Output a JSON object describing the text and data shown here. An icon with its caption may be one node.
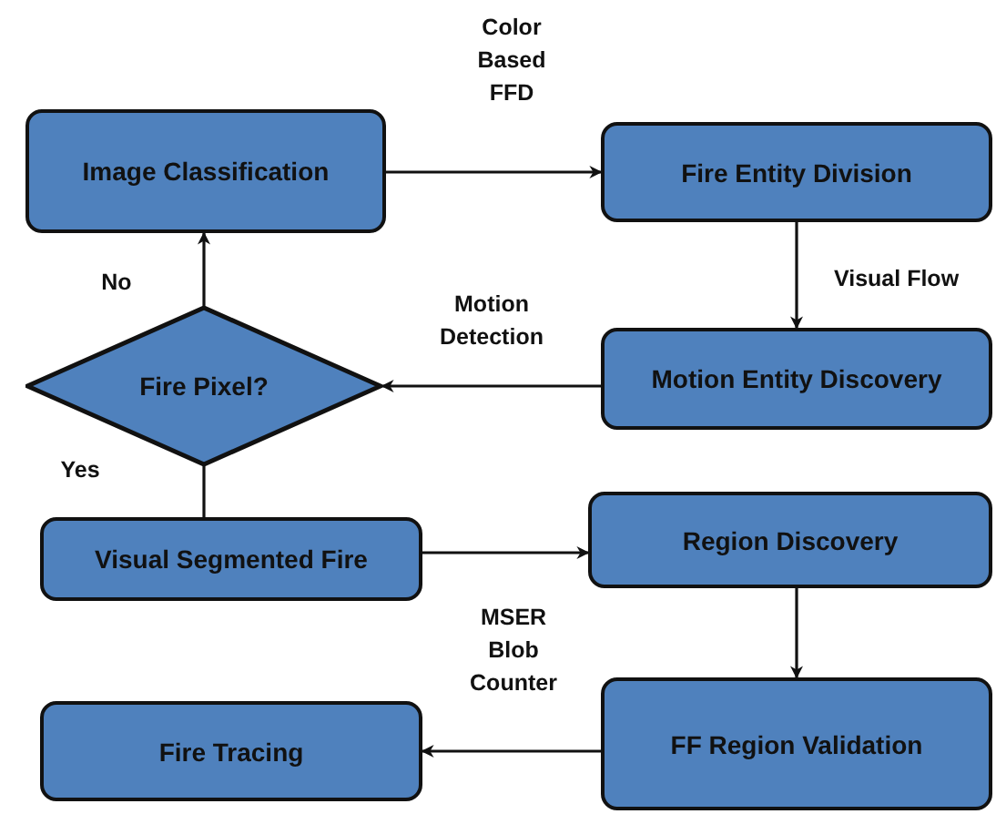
{
  "diagram": {
    "nodes": [
      {
        "text": [
          "Image Classification"
        ]
      },
      {
        "text": [
          "Fire Entity Division"
        ]
      },
      {
        "text": [
          "Fire Pixel?"
        ]
      },
      {
        "text": [
          "Motion Entity Discovery"
        ]
      },
      {
        "text": [
          "Visual Segmented Fire"
        ]
      },
      {
        "text": [
          "Region Discovery"
        ]
      },
      {
        "text": [
          "Fire Tracing"
        ]
      },
      {
        "text": [
          "FF Region Validation"
        ]
      }
    ],
    "edges": [
      {
        "from": 0,
        "to": 1,
        "arrow": "to",
        "label": "Color Based FFD"
      },
      {
        "from": 1,
        "to": 3,
        "arrow": "to",
        "label": "Visual Flow"
      },
      {
        "from": 3,
        "to": 2,
        "arrow": "to",
        "label": "Motion Detection"
      },
      {
        "from": 2,
        "to": 0,
        "arrow": "to",
        "label": "No"
      },
      {
        "from": 2,
        "to": 4,
        "arrow": "none",
        "label": "Yes"
      },
      {
        "from": 4,
        "to": 5,
        "arrow": "to"
      },
      {
        "from": 5,
        "to": 7,
        "arrow": "to"
      },
      {
        "from": 7,
        "to": 6,
        "arrow": "to",
        "label": "MSER Blob Counter"
      }
    ]
  }
}
